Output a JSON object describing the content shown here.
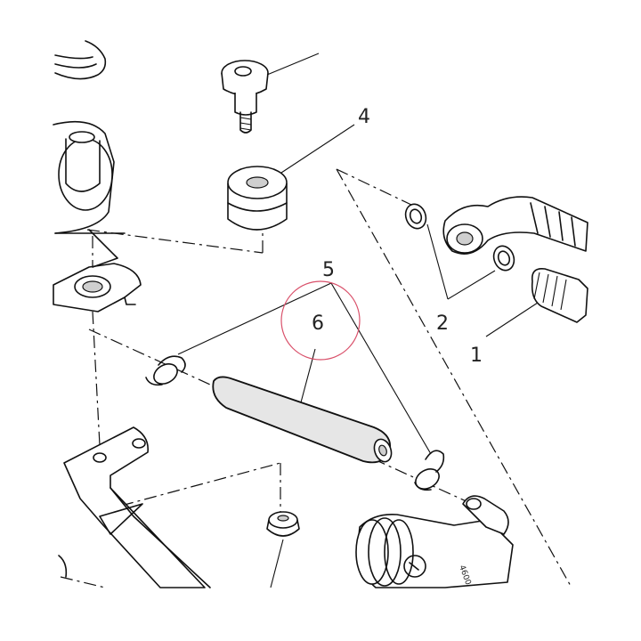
{
  "diagram": {
    "callouts": [
      {
        "id": "1",
        "label": "1"
      },
      {
        "id": "2",
        "label": "2"
      },
      {
        "id": "4",
        "label": "4"
      },
      {
        "id": "5",
        "label": "5"
      },
      {
        "id": "6",
        "label": "6"
      }
    ],
    "part_marking": "4600",
    "highlight_color": "#d9506a",
    "line_color": "#111111",
    "background": "#ffffff"
  }
}
